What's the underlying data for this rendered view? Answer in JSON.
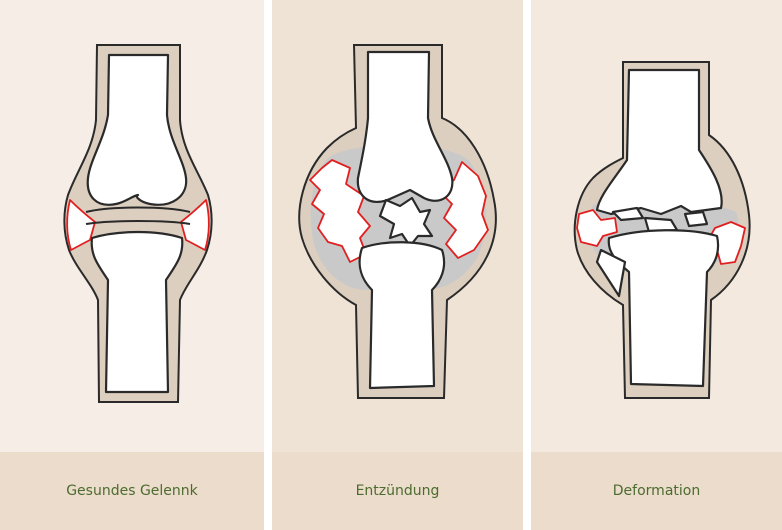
{
  "colors": {
    "panel_bg_1": "#f5ede6",
    "panel_bg_2": "#efe3d6",
    "panel_bg_3": "#f3e9df",
    "caption_bg": "#ecdccb",
    "caption_text": "#4b6b2f",
    "outline": "#2a2a2a",
    "capsule": "#dccfbf",
    "fluid": "#c9c9c9",
    "inflammation": "#e02020",
    "bone": "#ffffff"
  },
  "panels": [
    {
      "caption": "Gesundes Gelennk"
    },
    {
      "caption": "Entzündung"
    },
    {
      "caption": "Deformation"
    }
  ]
}
